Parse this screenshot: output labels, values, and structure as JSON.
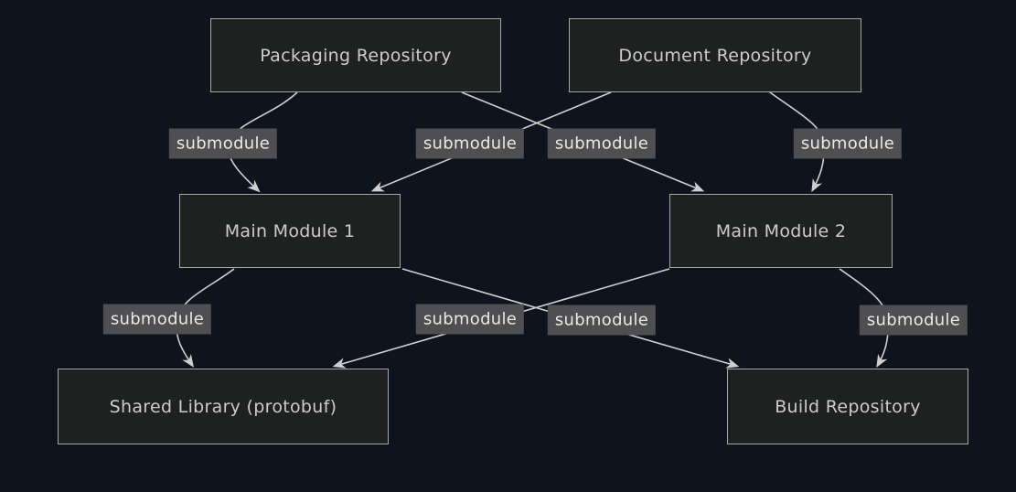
{
  "diagram": {
    "type": "flowchart",
    "direction": "top-down",
    "nodes": [
      {
        "id": "packaging-repository",
        "label": "Packaging Repository"
      },
      {
        "id": "document-repository",
        "label": "Document Repository"
      },
      {
        "id": "main-module-1",
        "label": "Main Module 1"
      },
      {
        "id": "main-module-2",
        "label": "Main Module 2"
      },
      {
        "id": "shared-library-protobuf",
        "label": "Shared Library (protobuf)"
      },
      {
        "id": "build-repository",
        "label": "Build Repository"
      }
    ],
    "edges": [
      {
        "from": "packaging-repository",
        "to": "main-module-1",
        "label": "submodule"
      },
      {
        "from": "packaging-repository",
        "to": "main-module-2",
        "label": "submodule"
      },
      {
        "from": "document-repository",
        "to": "main-module-1",
        "label": "submodule"
      },
      {
        "from": "document-repository",
        "to": "main-module-2",
        "label": "submodule"
      },
      {
        "from": "main-module-1",
        "to": "shared-library-protobuf",
        "label": "submodule"
      },
      {
        "from": "main-module-1",
        "to": "build-repository",
        "label": "submodule"
      },
      {
        "from": "main-module-2",
        "to": "shared-library-protobuf",
        "label": "submodule"
      },
      {
        "from": "main-module-2",
        "to": "build-repository",
        "label": "submodule"
      }
    ],
    "colors": {
      "background": "#0f131d",
      "node_fill": "#1f2020",
      "node_border": "#a6a6a6",
      "node_text": "#cccccc",
      "edge_line": "#cfcfcf",
      "arrowhead": "#cfcfcf",
      "edge_label_bg": "#4f4f51",
      "edge_label_text": "#e9e9e9"
    }
  }
}
